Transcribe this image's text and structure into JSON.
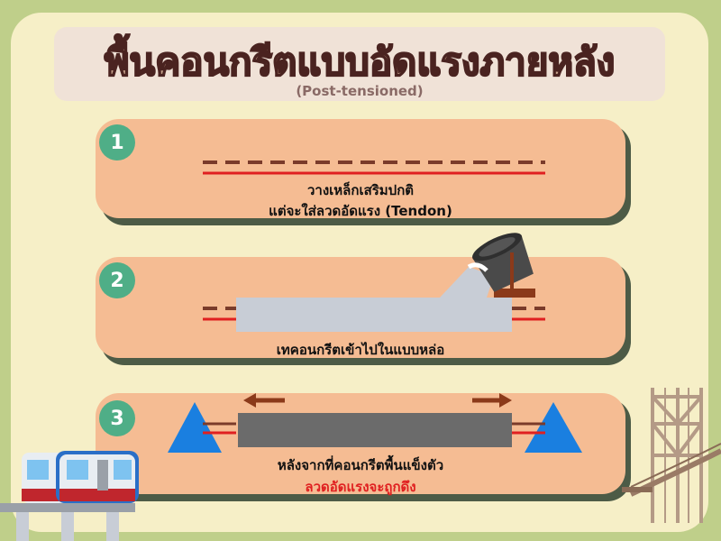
{
  "header": {
    "title": "พื้นคอนกรีตแบบอัดแรงภายหลัง",
    "subtitle": "(Post-tensioned)"
  },
  "steps": [
    {
      "number": "1",
      "line1": "วางเหล็กเสริมปกติ",
      "line2": "แต่จะใส่ลวดอัดแรง (Tendon)"
    },
    {
      "number": "2",
      "line1": "เทคอนกรีตเข้าไปในแบบหล่อ"
    },
    {
      "number": "3",
      "line1": "หลังจากที่คอนกรีตพื้นแข็งตัว",
      "line2": "ลวดอัดแรงจะถูกดึง"
    }
  ],
  "colors": {
    "background": "#bfcf8a",
    "panel": "#f6efc7",
    "card": "#f5bc93",
    "badge": "#4fae87",
    "tendon": "#e02020",
    "rebar": "#7a3b2a",
    "concrete_wet": "#c8cdd6",
    "concrete_hard": "#6b6b6b",
    "anchor": "#1a7fe0"
  },
  "icons": [
    "concrete-bucket-icon",
    "train-icon",
    "bridge-icon",
    "pull-arrow-icon",
    "anchor-triangle-icon"
  ]
}
